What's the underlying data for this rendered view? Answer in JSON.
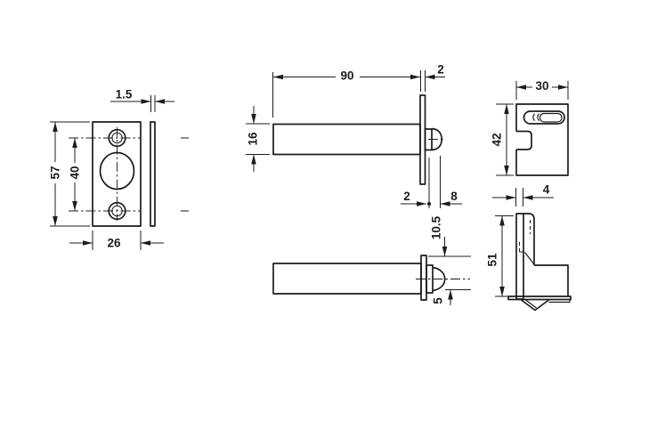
{
  "drawing": {
    "background_color": "#ffffff",
    "line_color": "#1c1c1c",
    "dimensions": {
      "faceplate_front": {
        "height": "57",
        "hole_spacing": "40",
        "width": "26"
      },
      "faceplate_side": {
        "thickness": "1.5"
      },
      "bolt_side_view": {
        "body_length": "90",
        "faceplate_thickness": "2",
        "body_height": "16",
        "neck_offset": "2",
        "head_projection": "8"
      },
      "bolt_detail_view": {
        "head_top_offset": "10.5",
        "head_half_height": "5"
      },
      "housing_front_view": {
        "width": "30",
        "height": "42"
      },
      "housing_side_view": {
        "plate_thickness": "4",
        "height": "51"
      }
    }
  }
}
